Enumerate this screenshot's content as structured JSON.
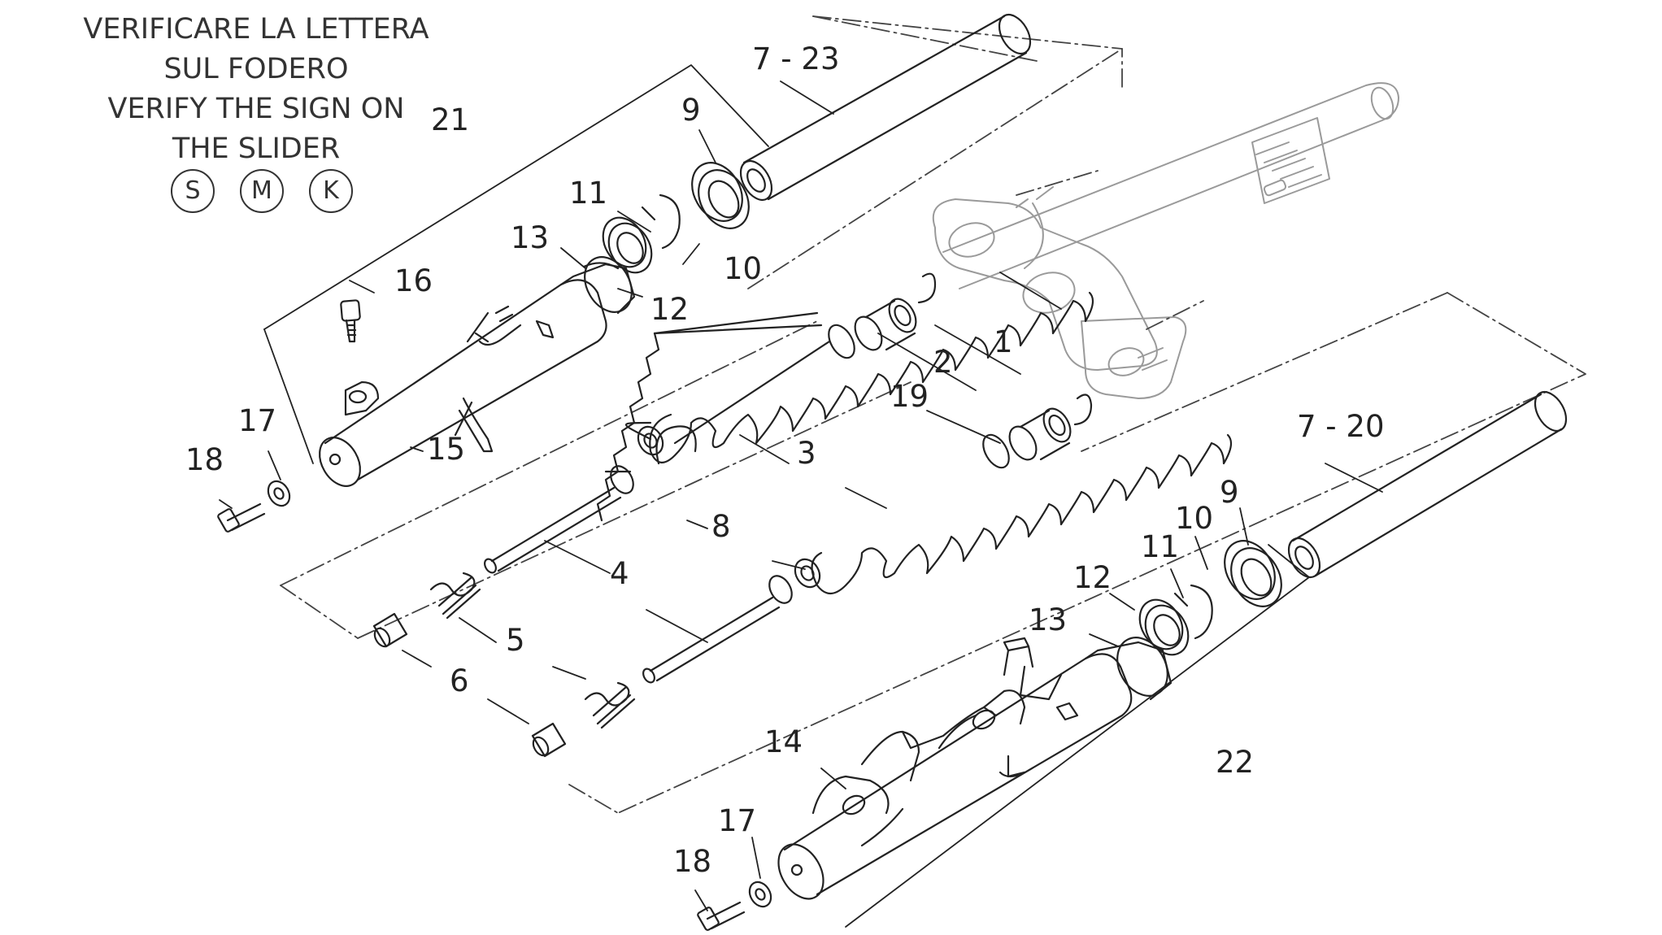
{
  "note": {
    "lines": [
      "VERIFICARE LA LETTERA",
      "SUL FODERO",
      "VERIFY THE SIGN ON",
      "THE SLIDER"
    ],
    "badges": [
      "S",
      "M",
      "K"
    ]
  },
  "callouts": {
    "c1": "1",
    "c2": "2",
    "c3": "3",
    "c4": "4",
    "c5": "5",
    "c6": "6",
    "c7_23": "7 - 23",
    "c7_20": "7 - 20",
    "c8": "8",
    "c9a": "9",
    "c9b": "9",
    "c10a": "10",
    "c10b": "10",
    "c11a": "11",
    "c11b": "11",
    "c12a": "12",
    "c12b": "12",
    "c13a": "13",
    "c13b": "13",
    "c14": "14",
    "c15": "15",
    "c16": "16",
    "c17a": "17",
    "c17b": "17",
    "c18a": "18",
    "c18b": "18",
    "c19": "19",
    "c21": "21",
    "c22": "22"
  },
  "colors": {
    "line": "#222222",
    "ghost": "#9a9a9a"
  }
}
